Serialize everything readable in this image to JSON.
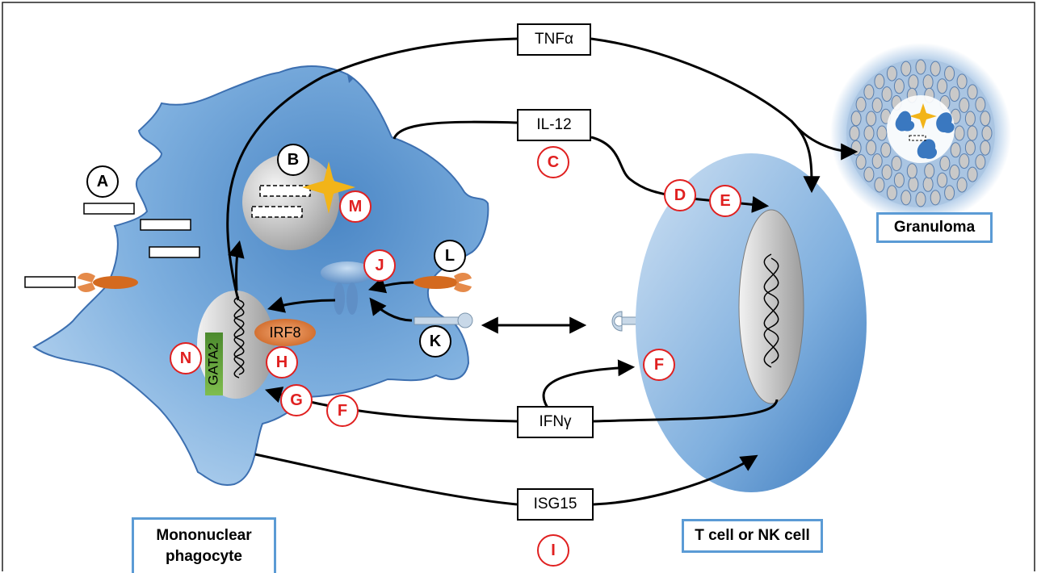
{
  "cytokines": {
    "tnf": "TNFα",
    "il12": "IL-12",
    "ifng": "IFNγ",
    "isg15": "ISG15"
  },
  "proteins": {
    "irf8": "IRF8",
    "gata2": "GATA2"
  },
  "cells": {
    "phagocyte": [
      "Mononuclear",
      "phagocyte"
    ],
    "lymphocyte": "T cell or NK cell",
    "granuloma": "Granuloma"
  },
  "labels": {
    "A": "A",
    "B": "B",
    "C": "C",
    "D": "D",
    "E": "E",
    "F": "F",
    "G": "G",
    "H": "H",
    "I": "I",
    "J": "J",
    "K": "K",
    "L": "L",
    "M": "M",
    "N": "N"
  },
  "colors": {
    "cell_blue": "#5b9bd5",
    "label_red": "#e02020",
    "receptor_orange": "#d46a1f",
    "gata_green": "#5e9c35",
    "star_gold": "#f2b418"
  }
}
